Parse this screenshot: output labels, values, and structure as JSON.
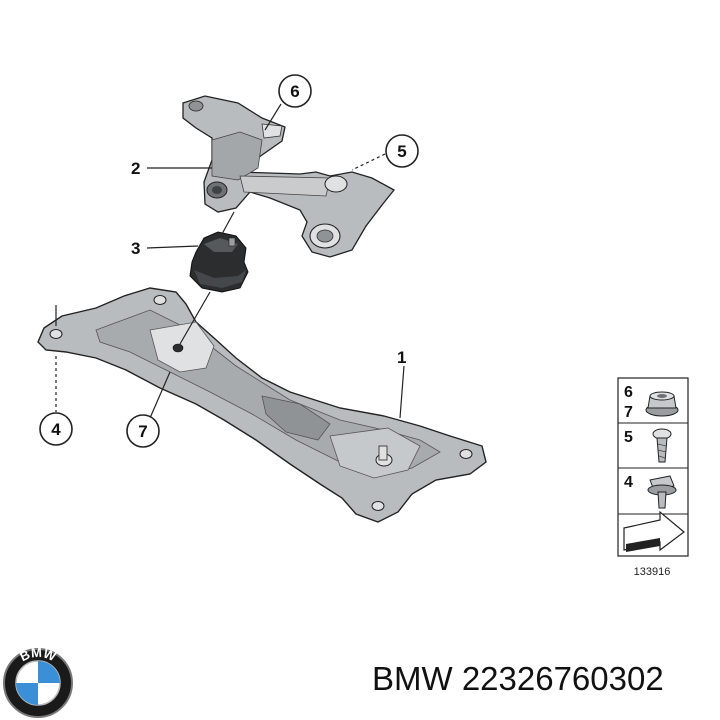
{
  "diagram": {
    "callouts": [
      {
        "id": "callout-6",
        "label": "6"
      },
      {
        "id": "callout-5",
        "label": "5"
      },
      {
        "id": "callout-4",
        "label": "4"
      },
      {
        "id": "callout-7",
        "label": "7"
      }
    ],
    "plain_labels": [
      {
        "id": "label-2",
        "label": "2"
      },
      {
        "id": "label-3",
        "label": "3"
      },
      {
        "id": "label-1",
        "label": "1"
      }
    ],
    "legend": {
      "rows": [
        {
          "numbers": [
            "6",
            "7"
          ],
          "icon": "flange-nut-icon"
        },
        {
          "numbers": [
            "5"
          ],
          "icon": "bolt-icon"
        },
        {
          "numbers": [
            "4"
          ],
          "icon": "flange-bolt-icon"
        },
        {
          "numbers": [],
          "icon": "direction-arrow-icon"
        }
      ],
      "reference_code": "133916"
    }
  },
  "brand": {
    "logo_letters": "BMW",
    "caption": "BMW 22326760302"
  },
  "colors": {
    "part_fill": "#b9bcbe",
    "part_shadow": "#8f9396",
    "part_highlight": "#dfe1e2",
    "line": "#222222",
    "logo_blue": "#3b8fd6",
    "logo_ring": "#1a1a1a"
  }
}
